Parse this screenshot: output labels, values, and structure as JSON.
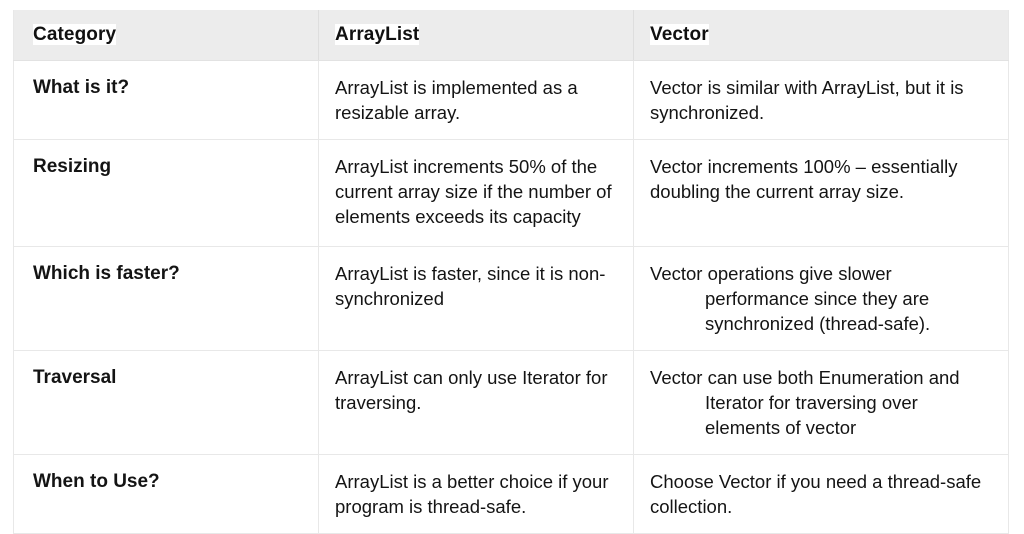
{
  "table": {
    "columns": [
      {
        "key": "category",
        "header": "Category"
      },
      {
        "key": "arraylist",
        "header": "ArrayList"
      },
      {
        "key": "vector",
        "header": "Vector"
      }
    ],
    "header_background": "#ececec",
    "header_highlight": "#ffffff",
    "border_color": "#e8e8e8",
    "rows": [
      {
        "category": "What is it?",
        "arraylist": "ArrayList is implemented as a resizable array.",
        "vector": "Vector is similar with ArrayList, but it is synchronized.",
        "vector_hanging_indent": false
      },
      {
        "category": "Resizing",
        "arraylist": "ArrayList increments 50% of the current array size if the number of elements exceeds its capacity",
        "vector": "Vector increments 100% – essentially doubling the current array size.",
        "vector_hanging_indent": false
      },
      {
        "category": "Which is faster?",
        "arraylist": "ArrayList is faster, since it is non-synchronized",
        "vector": "Vector operations give slower performance since they are synchronized (thread-safe).",
        "vector_hanging_indent": true
      },
      {
        "category": "Traversal",
        "arraylist": "ArrayList can only use Iterator for traversing.",
        "vector": "Vector can use both Enumeration and Iterator for traversing over elements of vector",
        "vector_hanging_indent": true
      },
      {
        "category": "When to Use?",
        "arraylist": "ArrayList is a better choice if your program is thread-safe.",
        "vector": "Choose Vector if you need a thread-safe collection.",
        "vector_hanging_indent": false
      }
    ]
  }
}
